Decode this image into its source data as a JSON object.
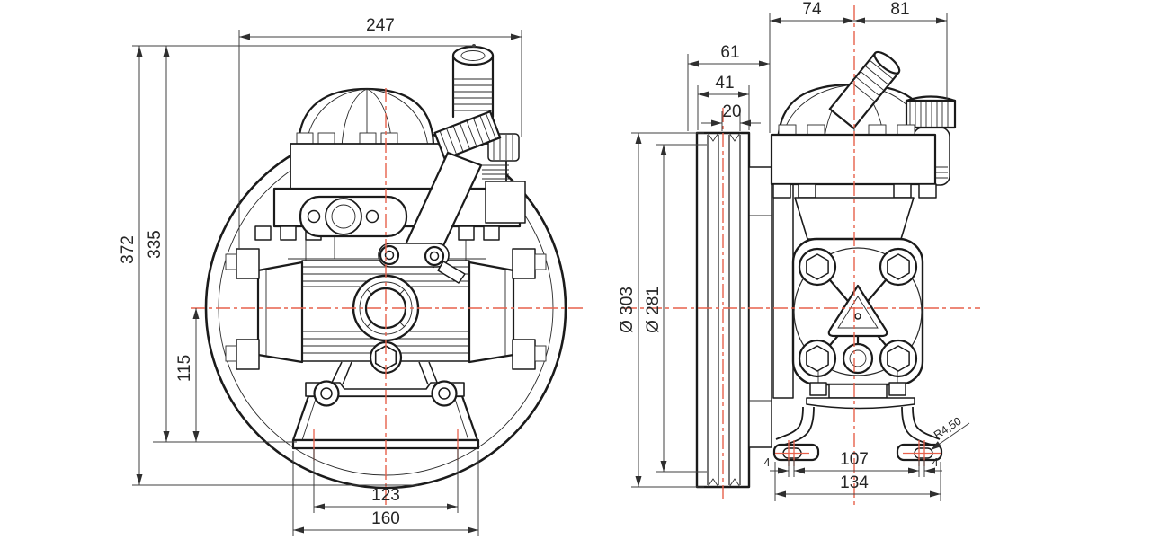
{
  "drawing_colors": {
    "line": "#1b1b1b",
    "centerline_red": "#e7614b",
    "dimension_gray": "#3f3f3f",
    "background": "#ffffff"
  },
  "front_view": {
    "dims": {
      "overall_width": "247",
      "overall_height": "372",
      "flange_height": "335",
      "center_height": "115",
      "foot_hole_spacing": "123",
      "foot_base_width": "160"
    }
  },
  "side_view": {
    "dims": {
      "center_to_crankcase": "74",
      "center_to_filter": "81",
      "pulley_to_body": "61",
      "pulley_width": "41",
      "groove_offset": "20",
      "pulley_od": "Ø 303",
      "pulley_inner": "Ø 281",
      "slot_span": "107",
      "foot_overall": "134",
      "slot_offset_left": "4",
      "slot_offset_right": "4",
      "slot_radius": "R4,50"
    }
  }
}
